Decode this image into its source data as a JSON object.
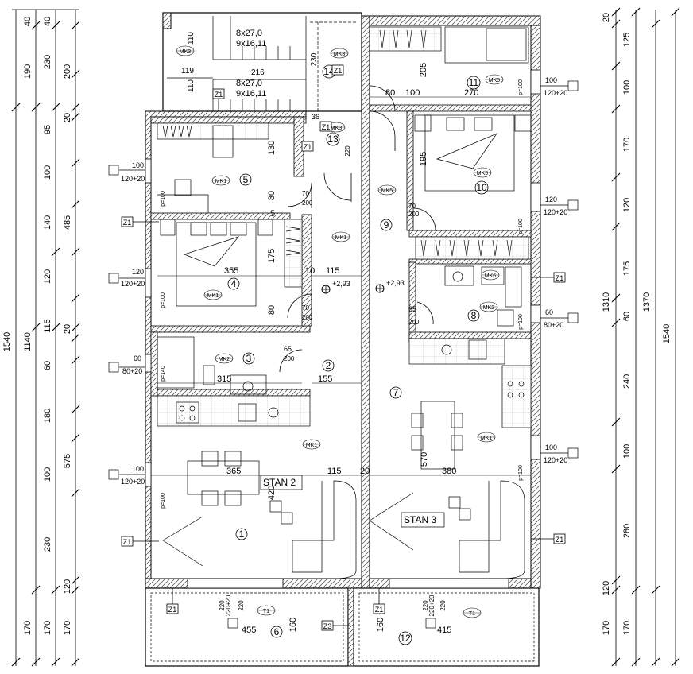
{
  "left_dims": {
    "outer": [
      "1540"
    ],
    "mid": [
      "1140",
      "575",
      "485"
    ],
    "inner": [
      "40",
      "190",
      "95",
      "100",
      "140",
      "120",
      "115",
      "60",
      "180",
      "100",
      "230",
      "120",
      "170",
      "170"
    ],
    "inner2": [
      "40",
      "230",
      "200",
      "20",
      "20",
      "170"
    ]
  },
  "right_dims": {
    "outer": [
      "1540"
    ],
    "mid": [
      "1370",
      "1310"
    ],
    "inner": [
      "20",
      "125",
      "100",
      "170",
      "120",
      "175",
      "60",
      "240",
      "100",
      "280",
      "120",
      "170",
      "170"
    ]
  },
  "stairs": {
    "flight1": [
      "8x27,0",
      "9x16,11"
    ],
    "flight2": [
      "8x27,0",
      "9x16,11"
    ],
    "dims": [
      "110",
      "110",
      "119",
      "216",
      "230"
    ]
  },
  "rooms": {
    "r1": "1",
    "r2": "2",
    "r3": "3",
    "r4": "4",
    "r5": "5",
    "r6": "6",
    "r7": "7",
    "r8": "8",
    "r9": "9",
    "r10": "10",
    "r11": "11",
    "r12": "12",
    "r13": "13",
    "r14": "14"
  },
  "apartments": {
    "stan2": "STAN 2",
    "stan3": "STAN 3"
  },
  "levels": {
    "l1": "+2,93",
    "l2": "+2,93"
  },
  "tags": {
    "mk1": "MK1",
    "mk2": "MK2",
    "mk3": "MK3",
    "mk5": "MK5",
    "mk6": "MK6",
    "t1": "T1",
    "z1": "Z1",
    "z3": "Z3"
  },
  "windows": {
    "w100_120": [
      "100",
      "120+20"
    ],
    "w120_120": [
      "120",
      "120+20"
    ],
    "w60_80": [
      "60",
      "80+20"
    ],
    "w220": [
      "220",
      "220+20"
    ]
  },
  "interior_dims": {
    "d355": "355",
    "d315": "315",
    "d155": "155",
    "d365": "365",
    "d115": "115",
    "d380": "380",
    "d455": "455",
    "d415": "415",
    "d270": "270",
    "d205": "205",
    "d195": "195",
    "d175": "175",
    "d130": "130",
    "d80": "80",
    "d160": "160",
    "d570": "570",
    "d420": "420",
    "d20": "20",
    "d10": "10",
    "d100": "100",
    "d5": "5",
    "d65": "65",
    "d70": "70",
    "d200": "200",
    "d220": "220",
    "d36": "36"
  },
  "sills": {
    "p100": "p=100",
    "p140": "p=140"
  }
}
